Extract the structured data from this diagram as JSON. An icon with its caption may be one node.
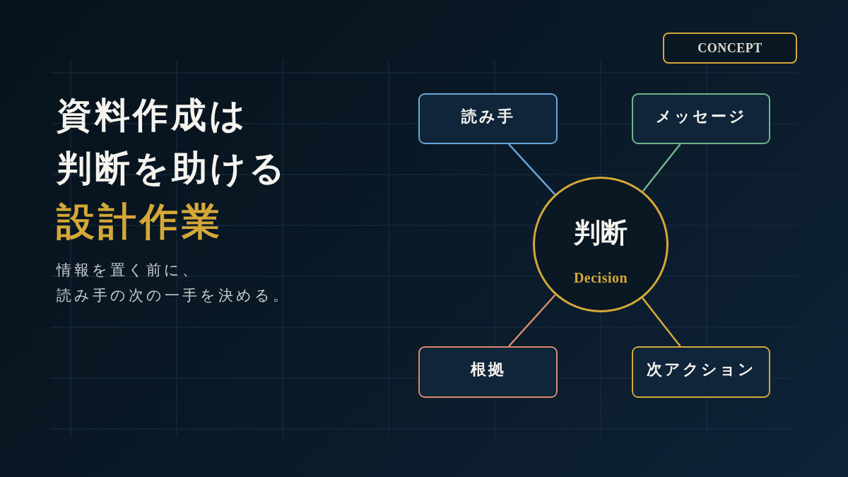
{
  "diagram": {
    "title": "資料作成は判断を助ける",
    "nodes": [
      {
        "text": [
          "CONCEPT"
        ]
      },
      {
        "text": [
          "読み手"
        ]
      },
      {
        "text": [
          "メッセージ"
        ]
      },
      {
        "text": [
          "判断",
          "Decision"
        ]
      },
      {
        "text": [
          "根拠"
        ]
      },
      {
        "text": [
          "次アクション"
        ]
      }
    ],
    "edges": [
      {
        "from": 1,
        "to": 3,
        "arrow": "none",
        "color": "#6aa6dc"
      },
      {
        "from": 2,
        "to": 3,
        "arrow": "none",
        "color": "#6fb58a"
      },
      {
        "from": 4,
        "to": 3,
        "arrow": "none",
        "color": "#d98a6c"
      },
      {
        "from": 5,
        "to": 3,
        "arrow": "none",
        "color": "#d4a838"
      }
    ],
    "labels": [
      "設計作業",
      "情報を置く前に、",
      "読み手の次の一手を決める。"
    ]
  }
}
